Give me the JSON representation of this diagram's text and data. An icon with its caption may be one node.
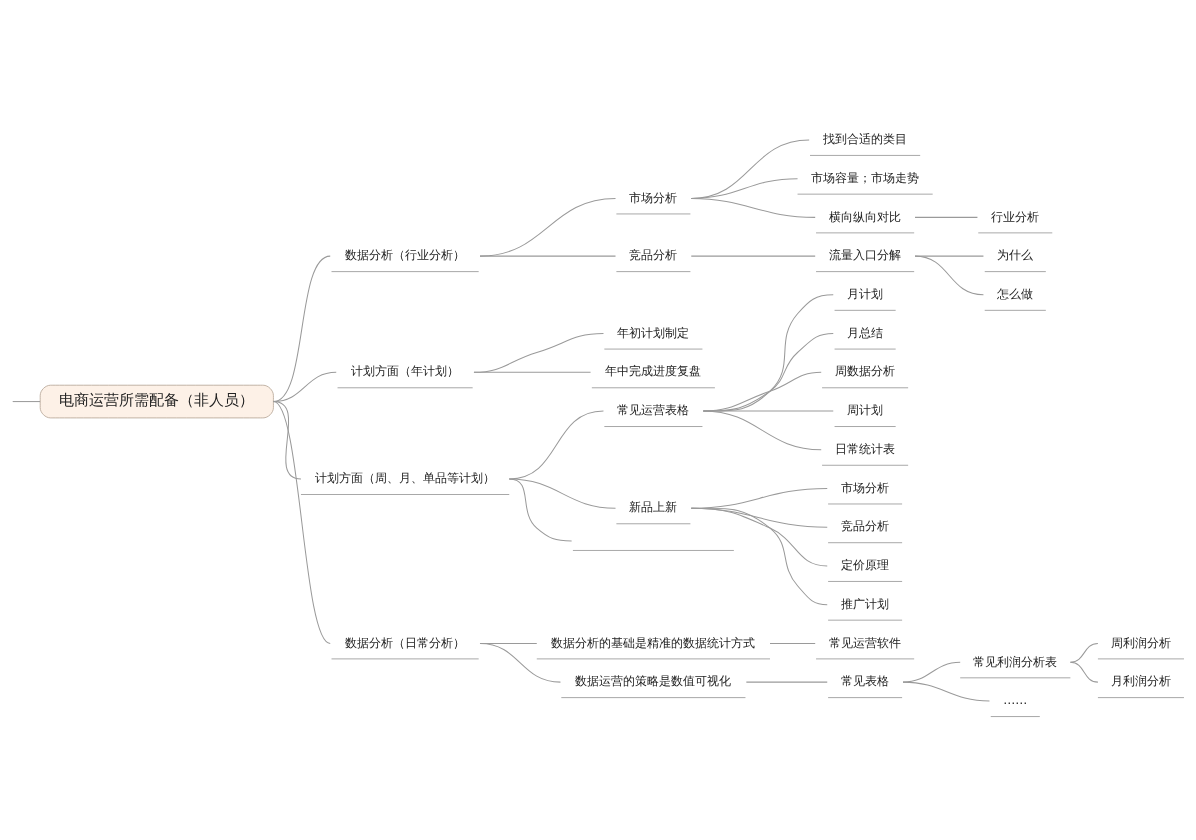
{
  "diagram": {
    "nodes": [
      {
        "text": [
          "电商运营所需配备（非人员）"
        ]
      },
      {
        "text": [
          "数据分析（行业分析）"
        ]
      },
      {
        "text": [
          "市场分析"
        ]
      },
      {
        "text": [
          "找到合适的类目"
        ]
      },
      {
        "text": [
          "市场容量；市场走势"
        ]
      },
      {
        "text": [
          "横向纵向对比"
        ]
      },
      {
        "text": [
          "行业分析"
        ]
      },
      {
        "text": [
          "竞品分析"
        ]
      },
      {
        "text": [
          "流量入口分解"
        ]
      },
      {
        "text": [
          "为什么"
        ]
      },
      {
        "text": [
          "怎么做"
        ]
      },
      {
        "text": [
          "计划方面（年计划）"
        ]
      },
      {
        "text": [
          "年初计划制定"
        ]
      },
      {
        "text": [
          "年中完成进度复盘"
        ]
      },
      {
        "text": [
          "计划方面（周、月、单品等计划）"
        ]
      },
      {
        "text": [
          "常见运营表格"
        ]
      },
      {
        "text": [
          "月计划"
        ]
      },
      {
        "text": [
          "月总结"
        ]
      },
      {
        "text": [
          "周数据分析"
        ]
      },
      {
        "text": [
          "周计划"
        ]
      },
      {
        "text": [
          "日常统计表"
        ]
      },
      {
        "text": [
          "新品上新"
        ]
      },
      {
        "text": [
          "市场分析"
        ]
      },
      {
        "text": [
          "竞品分析"
        ]
      },
      {
        "text": [
          "定价原理"
        ]
      },
      {
        "text": [
          "推广计划"
        ]
      },
      {
        "text": [],
        "shape": "line"
      },
      {
        "text": [
          "数据分析（日常分析）"
        ]
      },
      {
        "text": [
          "数据分析的基础是精准的数据统计方式"
        ]
      },
      {
        "text": [
          "常见运营软件"
        ]
      },
      {
        "text": [
          "数据运营的策略是数值可视化"
        ]
      },
      {
        "text": [
          "常见表格"
        ]
      },
      {
        "text": [
          "常见利润分析表"
        ]
      },
      {
        "text": [
          "周利润分析"
        ]
      },
      {
        "text": [
          "月利润分析"
        ]
      },
      {
        "text": [
          "……"
        ]
      }
    ],
    "edges": [
      {
        "from": null,
        "to": 0,
        "arrow": "none"
      },
      {
        "from": 0,
        "to": 1,
        "arrow": "none"
      },
      {
        "from": 1,
        "to": 2,
        "arrow": "none"
      },
      {
        "from": 2,
        "to": 3,
        "arrow": "none"
      },
      {
        "from": 2,
        "to": 4,
        "arrow": "none"
      },
      {
        "from": 2,
        "to": 5,
        "arrow": "none"
      },
      {
        "from": 5,
        "to": 6,
        "arrow": "none"
      },
      {
        "from": 1,
        "to": 7,
        "arrow": "none"
      },
      {
        "from": 7,
        "to": 8,
        "arrow": "none"
      },
      {
        "from": 8,
        "to": 9,
        "arrow": "none"
      },
      {
        "from": 8,
        "to": 10,
        "arrow": "none"
      },
      {
        "from": 0,
        "to": 11,
        "arrow": "none"
      },
      {
        "from": 11,
        "to": 12,
        "arrow": "none"
      },
      {
        "from": 11,
        "to": 13,
        "arrow": "none"
      },
      {
        "from": 0,
        "to": 14,
        "arrow": "none"
      },
      {
        "from": 14,
        "to": 15,
        "arrow": "none"
      },
      {
        "from": 15,
        "to": 16,
        "arrow": "none"
      },
      {
        "from": 15,
        "to": 17,
        "arrow": "none"
      },
      {
        "from": 15,
        "to": 18,
        "arrow": "none"
      },
      {
        "from": 15,
        "to": 19,
        "arrow": "none"
      },
      {
        "from": 15,
        "to": 20,
        "arrow": "none"
      },
      {
        "from": 14,
        "to": 21,
        "arrow": "none"
      },
      {
        "from": 21,
        "to": 22,
        "arrow": "none"
      },
      {
        "from": 21,
        "to": 23,
        "arrow": "none"
      },
      {
        "from": 21,
        "to": 24,
        "arrow": "none"
      },
      {
        "from": 21,
        "to": 25,
        "arrow": "none"
      },
      {
        "from": 14,
        "to": 26,
        "arrow": "none"
      },
      {
        "from": 0,
        "to": 27,
        "arrow": "none"
      },
      {
        "from": 27,
        "to": 28,
        "arrow": "none"
      },
      {
        "from": 28,
        "to": 29,
        "arrow": "none"
      },
      {
        "from": 27,
        "to": 30,
        "arrow": "none"
      },
      {
        "from": 30,
        "to": 31,
        "arrow": "none"
      },
      {
        "from": 31,
        "to": 32,
        "arrow": "none"
      },
      {
        "from": 32,
        "to": 33,
        "arrow": "none"
      },
      {
        "from": 32,
        "to": 34,
        "arrow": "none"
      },
      {
        "from": 31,
        "to": 35,
        "arrow": "none"
      }
    ]
  }
}
